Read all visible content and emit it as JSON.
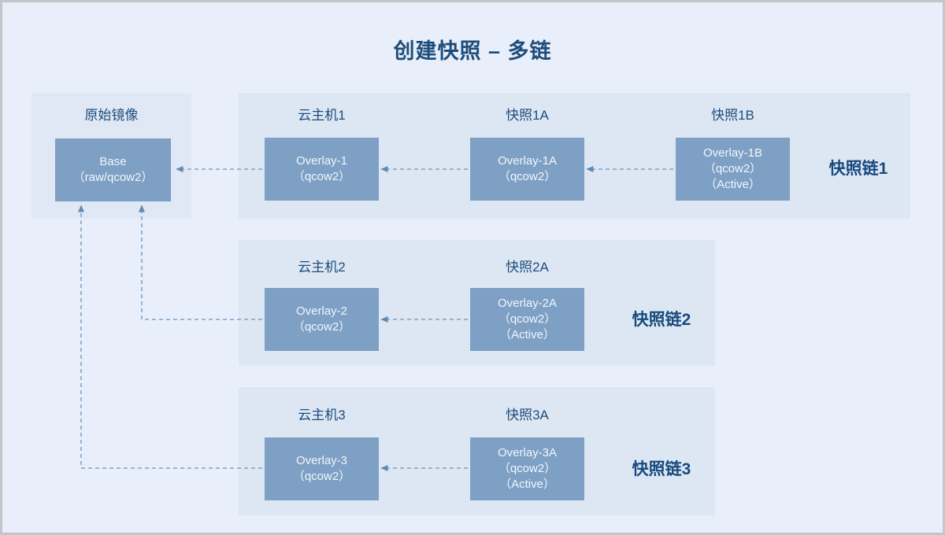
{
  "title": "创建快照 – 多链",
  "colors": {
    "page_bg": "#e9effa",
    "panel_bg": "#dde7f3",
    "node_bg": "#7da0c4",
    "node_text": "#f2f6fb",
    "heading_text": "#1e4d7b",
    "arrow": "#7fa2c6"
  },
  "base_panel": {
    "label": "原始镜像",
    "node": {
      "lines": [
        "Base",
        "（raw/qcow2）"
      ]
    }
  },
  "chains": [
    {
      "label": "快照链1",
      "nodes": [
        {
          "header": "云主机1",
          "lines": [
            "Overlay-1",
            "（qcow2）"
          ]
        },
        {
          "header": "快照1A",
          "lines": [
            "Overlay-1A",
            "（qcow2）"
          ]
        },
        {
          "header": "快照1B",
          "lines": [
            "Overlay-1B",
            "（qcow2）",
            "（Active）"
          ]
        }
      ]
    },
    {
      "label": "快照链2",
      "nodes": [
        {
          "header": "云主机2",
          "lines": [
            "Overlay-2",
            "（qcow2）"
          ]
        },
        {
          "header": "快照2A",
          "lines": [
            "Overlay-2A",
            "（qcow2）",
            "（Active）"
          ]
        }
      ]
    },
    {
      "label": "快照链3",
      "nodes": [
        {
          "header": "云主机3",
          "lines": [
            "Overlay-3",
            "（qcow2）"
          ]
        },
        {
          "header": "快照3A",
          "lines": [
            "Overlay-3A",
            "（qcow2）",
            "（Active）"
          ]
        }
      ]
    }
  ]
}
